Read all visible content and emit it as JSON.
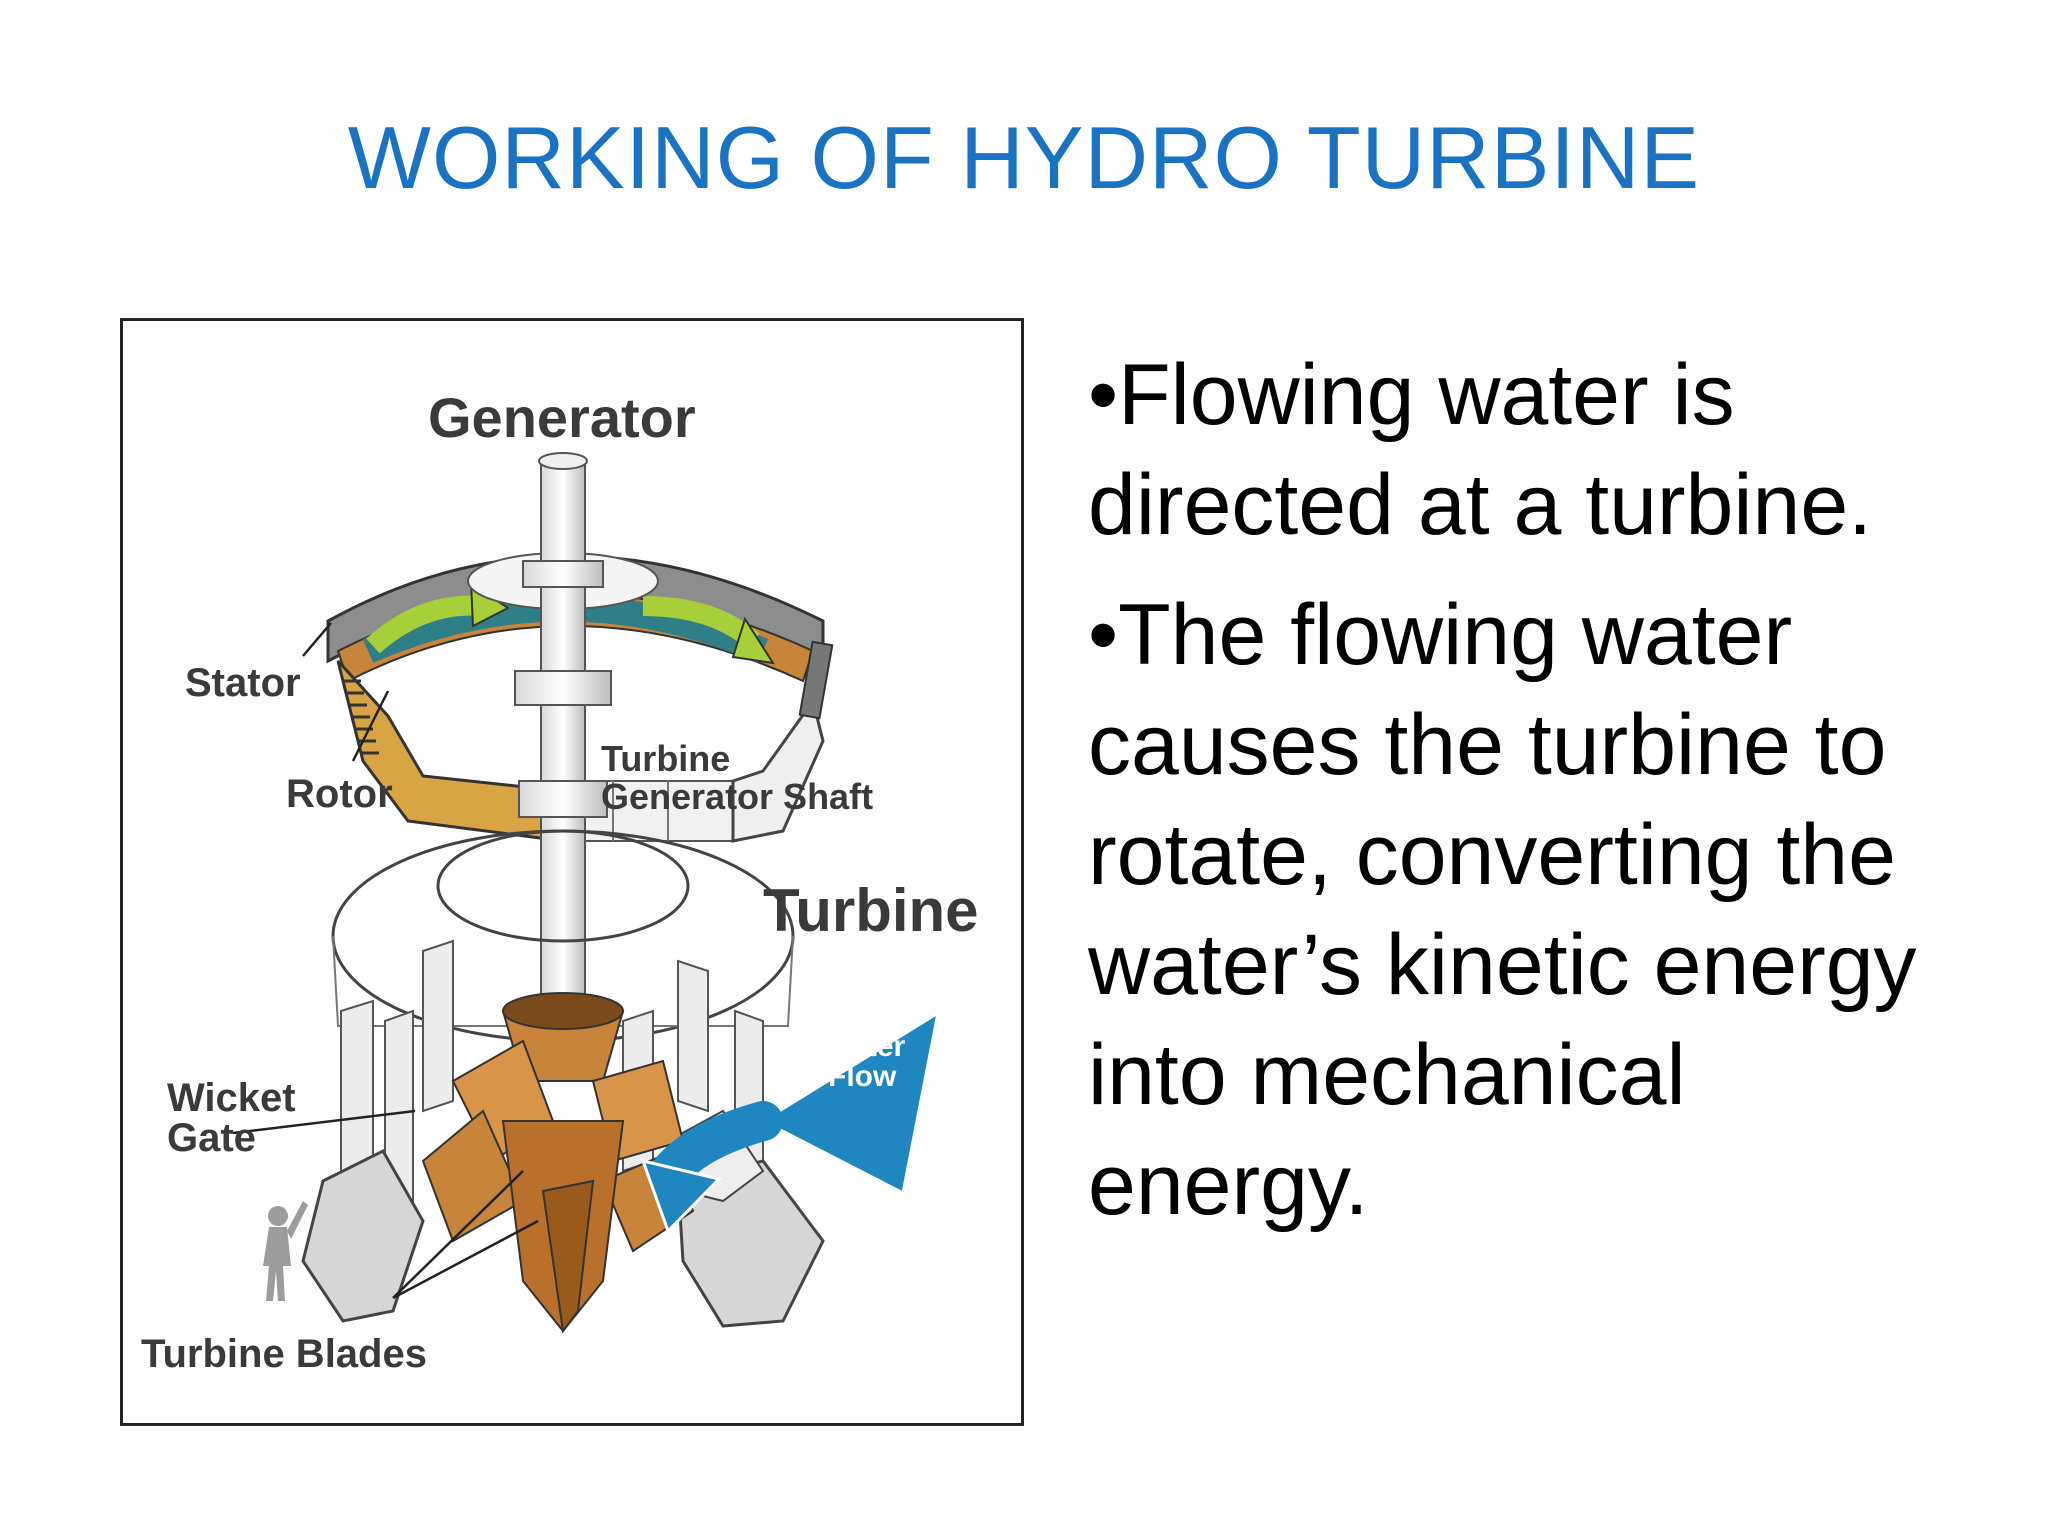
{
  "slide": {
    "title": "WORKING OF HYDRO TURBINE",
    "title_color": "#1a73c2"
  },
  "diagram": {
    "labels": {
      "generator": "Generator",
      "stator": "Stator",
      "rotor": "Rotor",
      "shaft_line1": "Turbine",
      "shaft_line2": "Generator Shaft",
      "turbine": "Turbine",
      "water_line1": "Water",
      "water_line2": "Flow",
      "wicket_line1": "Wicket",
      "wicket_line2": "Gate",
      "blades": "Turbine Blades"
    },
    "colors": {
      "runner": "#c8843a",
      "runner_dark": "#9a5a1c",
      "water_arrow": "#1f86c0",
      "rotor_arrow": "#a6cf3a",
      "stator": "#8d8d8d",
      "teal": "#2f7f86"
    }
  },
  "bullets": [
    "•Flowing water is directed at a turbine.",
    "•The flowing water causes the turbine to rotate, converting the water’s kinetic energy into mechanical energy."
  ]
}
